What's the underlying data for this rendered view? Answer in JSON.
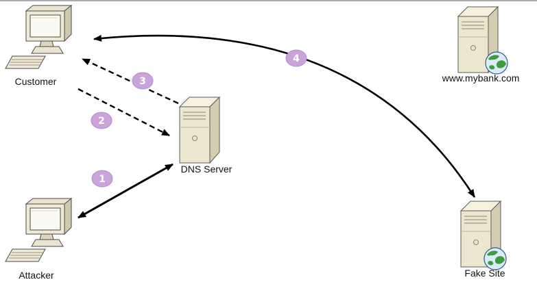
{
  "colors": {
    "background": "#ffffff",
    "badge_fill": "#c9a3da",
    "badge_stroke": "#b08fc9",
    "badge_text": "#ffffff",
    "arrow": "#000000",
    "icon_beige": "#ece6ce",
    "icon_beige_dark": "#d4cdb2",
    "globe_green": "#3f9b3f",
    "globe_blue": "#dcebf7"
  },
  "nodes": {
    "customer": {
      "label": "Customer",
      "kind": "desktop-computer"
    },
    "attacker": {
      "label": "Attacker",
      "kind": "desktop-computer"
    },
    "dns_server": {
      "label": "DNS Server",
      "kind": "server-tower"
    },
    "mybank": {
      "label": "www.mybank.com",
      "kind": "server-tower-globe"
    },
    "fake_site": {
      "label": "Fake Site",
      "kind": "server-tower-globe"
    }
  },
  "edges": [
    {
      "step": "1",
      "from": "attacker",
      "to": "dns_server",
      "line": "solid",
      "arrows": "both"
    },
    {
      "step": "2",
      "from": "customer",
      "to": "dns_server",
      "line": "dashed",
      "arrows": "to"
    },
    {
      "step": "3",
      "from": "dns_server",
      "to": "customer",
      "line": "dashed",
      "arrows": "to"
    },
    {
      "step": "4",
      "from": "customer",
      "to": "fake_site",
      "line": "solid-curved",
      "arrows": "both"
    }
  ]
}
